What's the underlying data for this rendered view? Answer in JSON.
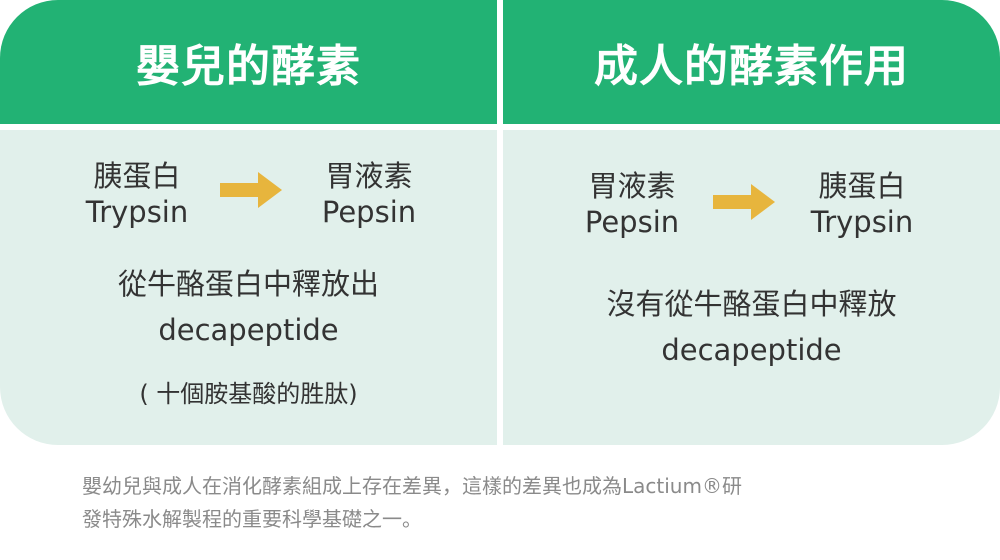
{
  "colors": {
    "header_green": "#22b274",
    "panel_bg": "#e1f0eb",
    "arrow": "#e7b53d",
    "text": "#333333",
    "footnote": "#8a8a8a"
  },
  "left": {
    "title": "嬰兒的酵素",
    "from": {
      "zh": "胰蛋白",
      "en": "Trypsin"
    },
    "arrow_icon": "arrow-right-icon",
    "to": {
      "zh": "胃液素",
      "en": "Pepsin"
    },
    "line1": "從牛酪蛋白中釋放出",
    "line2": "decapeptide",
    "note": "( 十個胺基酸的胜肽)"
  },
  "right": {
    "title": "成人的酵素作用",
    "from": {
      "zh": "胃液素",
      "en": "Pepsin"
    },
    "arrow_icon": "arrow-right-icon",
    "to": {
      "zh": "胰蛋白",
      "en": "Trypsin"
    },
    "line1": "沒有從牛酪蛋白中釋放",
    "line2": "decapeptide"
  },
  "footnote": {
    "line1": "嬰幼兒與成人在消化酵素組成上存在差異，這樣的差異也成為Lactium®研",
    "line2": "發特殊水解製程的重要科學基礎之一。"
  }
}
